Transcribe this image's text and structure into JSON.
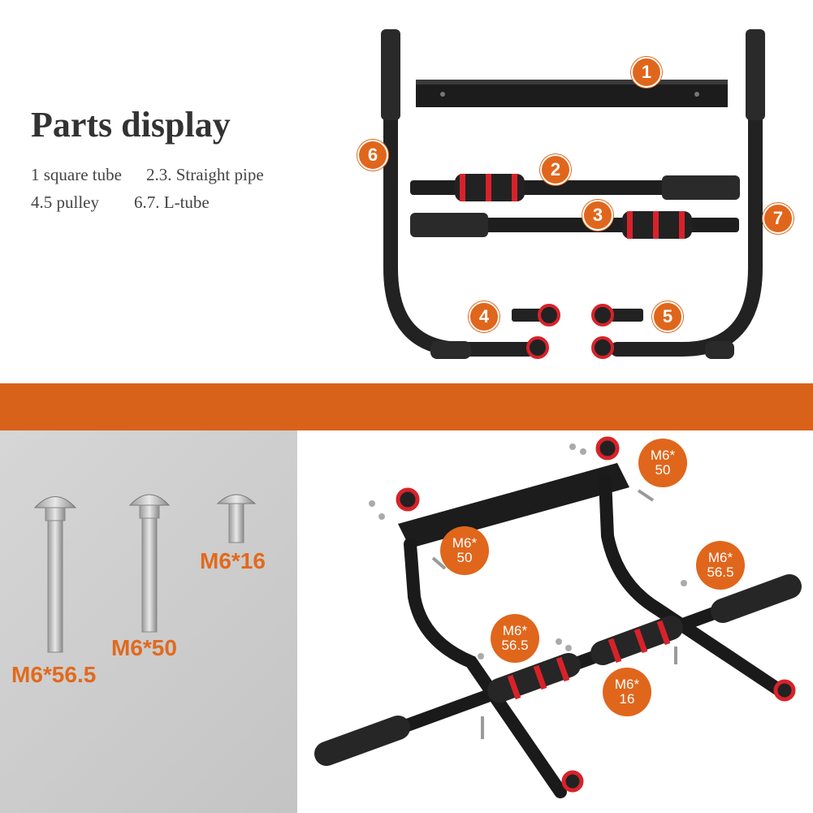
{
  "header": {
    "title": "Parts display"
  },
  "legend": {
    "line1a": "1 square tube",
    "line1b": "2.3. Straight pipe",
    "line2a": "4.5 pulley",
    "line2b": "6.7. L-tube"
  },
  "part_numbers": [
    "1",
    "2",
    "3",
    "4",
    "5",
    "6",
    "7"
  ],
  "screws": {
    "long": "M6*56.5",
    "medium": "M6*50",
    "short": "M6*16"
  },
  "callouts": {
    "c1": {
      "a": "M6*",
      "b": "50"
    },
    "c2": {
      "a": "M6*",
      "b": "50"
    },
    "c3": {
      "a": "M6*",
      "b": "56.5"
    },
    "c4": {
      "a": "M6*",
      "b": "56.5"
    },
    "c5": {
      "a": "M6*",
      "b": "16"
    }
  },
  "colors": {
    "accent": "#e0661c",
    "band": "#d9621b",
    "bar": "#1a1a1a",
    "grip_ring": "#d8222a"
  }
}
